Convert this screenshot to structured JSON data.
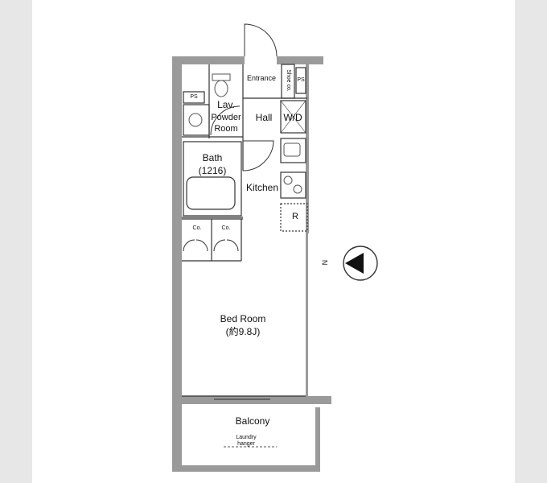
{
  "rooms": {
    "entrance": "Entrance",
    "shoe_closet": "Shoe co.",
    "ps_top": "PS",
    "ps_left": "PS",
    "lav": "Lav.",
    "powder": "Powder",
    "powder_room": "Room",
    "hall": "Hall",
    "wd": "W/D",
    "bath": "Bath",
    "bath_size": "(1216)",
    "kitchen": "Kitchen",
    "fridge": "R",
    "closet_1": "Co.",
    "closet_2": "Co.",
    "bedroom": "Bed Room",
    "bedroom_size": "(約9.8J)",
    "balcony": "Balcony",
    "laundry_1": "Laundry",
    "laundry_2": "hanger"
  },
  "compass": {
    "direction": "N"
  },
  "colors": {
    "wall": "#9a9a9a",
    "line": "#333333",
    "fixture": "#555555",
    "page_bg": "#e7e7e7",
    "sheet_bg": "#ffffff"
  }
}
